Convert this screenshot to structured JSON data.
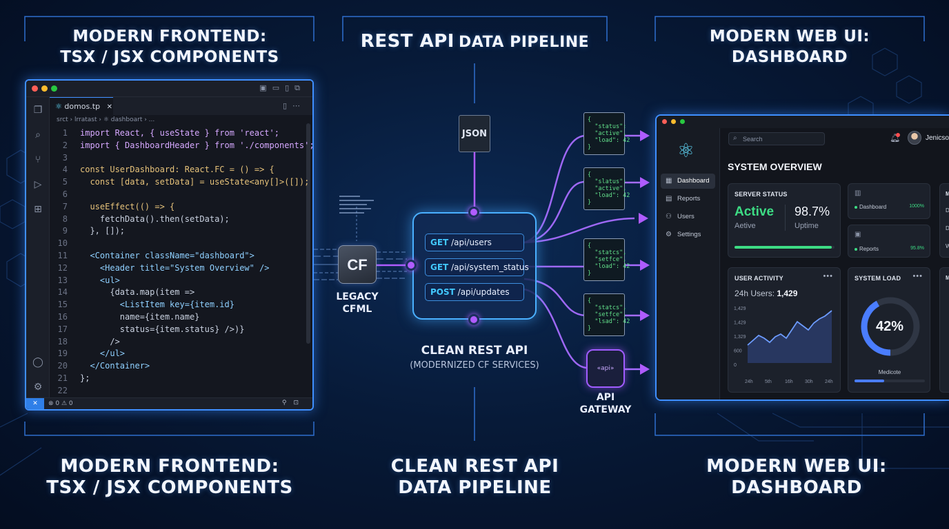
{
  "headers": {
    "top_left": [
      "MODERN FRONTEND:",
      "TSX / JSX COMPONENTS"
    ],
    "top_center_big": "REST API",
    "top_center_small": "DATA PIPELINE",
    "top_right": [
      "MODERN WEB UI:",
      "DASHBOARD"
    ],
    "bottom_left": [
      "MODERN FRONTEND:",
      "TSX / JSX COMPONENTS"
    ],
    "bottom_center": [
      "CLEAN REST API",
      "DATA PIPELINE"
    ],
    "bottom_right": [
      "MODERN WEB UI:",
      "DASHBOARD"
    ]
  },
  "ide": {
    "tab_label": "domos.tp",
    "tab_close": "✕",
    "breadcrumb": "srct  ›  lrratast  ›  ⚛ dashboart  ›  ...",
    "status_branch": "✕",
    "status_problems": "⊗ 0 ⚠ 0",
    "lines": [
      {
        "n": "1",
        "text": "import React, { useState } from 'react';"
      },
      {
        "n": "2",
        "text": "import { DashboardHeader } from './components';"
      },
      {
        "n": "3",
        "text": ""
      },
      {
        "n": "4",
        "text": "const UserDashboard: React.FC = () => {"
      },
      {
        "n": "5",
        "text": "  const [data, setData] = useState<any[]>([]);"
      },
      {
        "n": "6",
        "text": ""
      },
      {
        "n": "7",
        "text": "  useEffect(() => {"
      },
      {
        "n": "8",
        "text": "    fetchData().then(setData);"
      },
      {
        "n": "9",
        "text": "  }, []);"
      },
      {
        "n": "10",
        "text": ""
      },
      {
        "n": "11",
        "text": "  <Container className=\"dashboard\">"
      },
      {
        "n": "12",
        "text": "    <Header title=\"System Overview\" />"
      },
      {
        "n": "13",
        "text": "    <ul>"
      },
      {
        "n": "14",
        "text": "      {data.map(item =>"
      },
      {
        "n": "15",
        "text": "        <ListItem key={item.id}"
      },
      {
        "n": "16",
        "text": "        name={item.name}"
      },
      {
        "n": "17",
        "text": "        status={item.status} />)}"
      },
      {
        "n": "18",
        "text": "      />"
      },
      {
        "n": "19",
        "text": "    </ul>"
      },
      {
        "n": "20",
        "text": "  </Container>"
      },
      {
        "n": "21",
        "text": "};"
      },
      {
        "n": "22",
        "text": ""
      }
    ]
  },
  "legacy": {
    "badge": "CF",
    "label_line1": "LEGACY",
    "label_line2": "CFML"
  },
  "json_file": {
    "label": "JSON"
  },
  "api": {
    "endpoints": [
      {
        "method": "GET",
        "path": "/api/users"
      },
      {
        "method": "GET",
        "path": "/api/system_status"
      },
      {
        "method": "POST",
        "path": "/api/updates"
      }
    ],
    "title": "CLEAN REST API",
    "subtitle": "(MODERNIZED CF SERVICES)"
  },
  "packets": [
    "{\n  \"status\":\n  \"active\",\n  \"load\": 42\n}",
    "{\n  \"slatus\":\n  \"active\",\n  \"load\": 42\n}",
    "{\n  \"statcs\",\n  \"setfce\",\n  \"load\": 42\n}",
    "{\n  \"statcs\",\n  \"setfce\",\n  \"lsad\": 42\n}"
  ],
  "gateway": {
    "icon_text": "«api»",
    "label_line1": "API",
    "label_line2": "GATEWAY"
  },
  "dashboard": {
    "search_placeholder": "Search",
    "user_name": "Jenicsor",
    "nav": [
      "Dashboard",
      "Reports",
      "Users",
      "Settings"
    ],
    "heading": "SYSTEM OVERVIEW",
    "server_status": {
      "title": "SERVER STATUS",
      "status_big": "Active",
      "status_small": "Aetive",
      "uptime_value": "98.7%",
      "uptime_label": "Uptime",
      "bar_fraction": 0.97
    },
    "mini_cards": [
      {
        "label": "Dashboard",
        "value": "1000%"
      },
      {
        "label": "Reports",
        "value": "95.8%"
      }
    ],
    "user_activity": {
      "title": "USER ACTIVITY",
      "users_label": "24h Users:",
      "users_value": "1,429",
      "y_ticks": [
        "1,429",
        "1,429",
        "1,329",
        "600",
        "0"
      ],
      "x_ticks": [
        "24h",
        "5th",
        "16h",
        "30h",
        "24h"
      ]
    },
    "system_load": {
      "title": "SYSTEM LOAD",
      "value": "42%",
      "fraction": 0.42,
      "caption": "Medicote"
    },
    "right_edge_letters": [
      "M",
      "D",
      "D",
      "W",
      "M"
    ]
  },
  "colors": {
    "accent": "#3f8fff",
    "purple": "#b05cff",
    "green": "#3ddc84",
    "blue": "#4a7dff"
  }
}
